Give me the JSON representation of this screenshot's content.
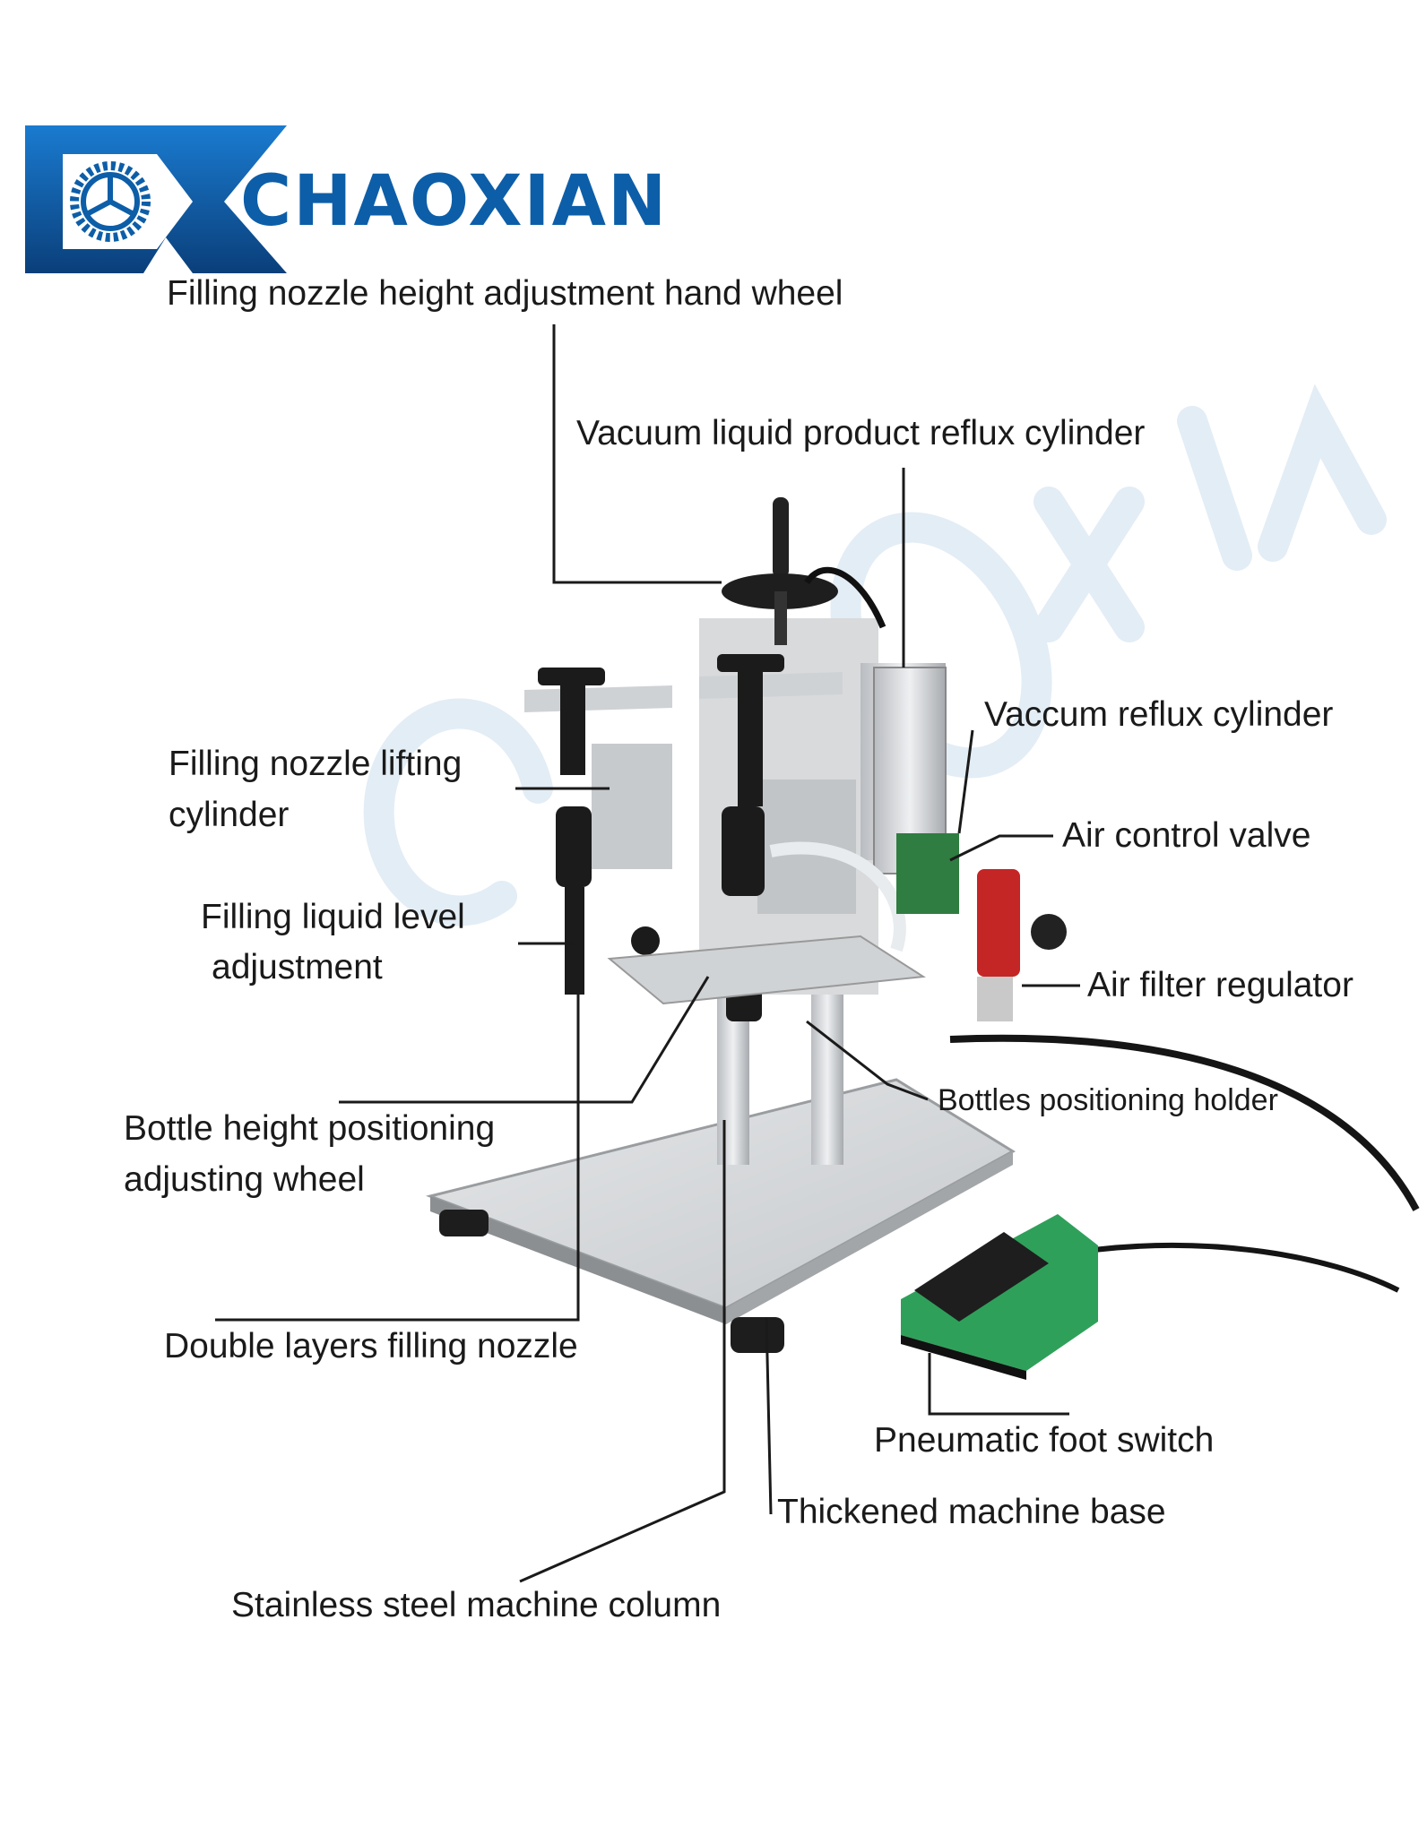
{
  "brand": {
    "name": "CHAOXIAN",
    "watermark": "CHAOXIAN",
    "accent": "#0d5ea8"
  },
  "labels": {
    "hand_wheel": "Filling nozzle height adjustment hand wheel",
    "vacuum_liquid_cylinder": "Vacuum liquid product reflux cylinder",
    "vaccum_reflux_cylinder": "Vaccum reflux cylinder",
    "lifting_cylinder_1": "Filling nozzle lifting",
    "lifting_cylinder_2": "cylinder",
    "air_control_valve": "Air control valve",
    "liquid_level_1": "Filling liquid level",
    "liquid_level_2": "adjustment",
    "air_filter_regulator": "Air filter regulator",
    "bottles_holder": "Bottles positioning holder",
    "bottle_height_1": "Bottle height positioning",
    "bottle_height_2": "adjusting wheel",
    "double_nozzle": "Double layers filling nozzle",
    "foot_switch": "Pneumatic foot switch",
    "machine_base": "Thickened machine base",
    "machine_column": "Stainless steel machine column"
  }
}
